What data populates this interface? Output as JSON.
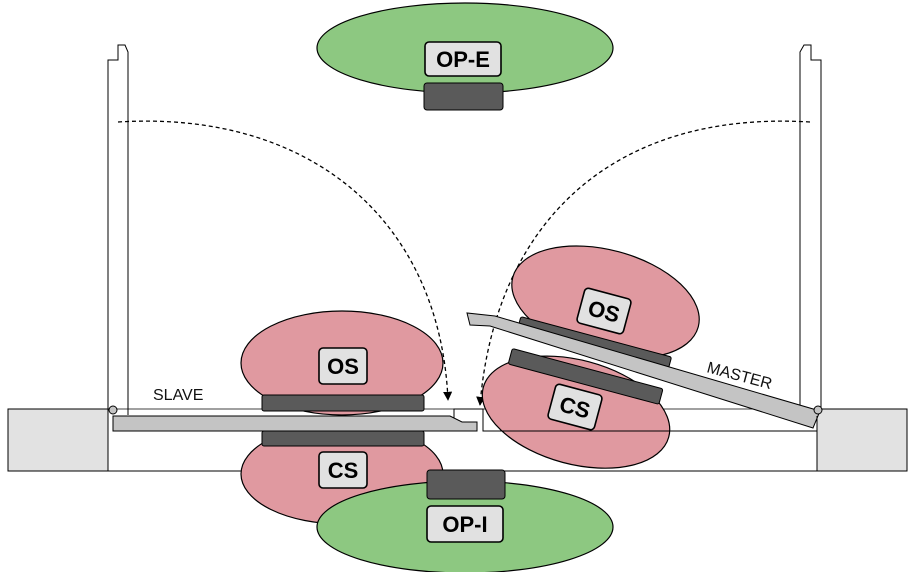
{
  "labels": {
    "op_e": "OP-E",
    "op_i": "OP-I",
    "os": "OS",
    "cs": "CS",
    "slave": "SLAVE",
    "master": "MASTER"
  },
  "colors": {
    "green_zone": "#8dc881",
    "pink_zone": "#e099a0",
    "sensor": "#5a5a5a",
    "leaf": "#c4c4c4",
    "wall": "#e2e2e2",
    "label_box": "#e1e1e1"
  }
}
